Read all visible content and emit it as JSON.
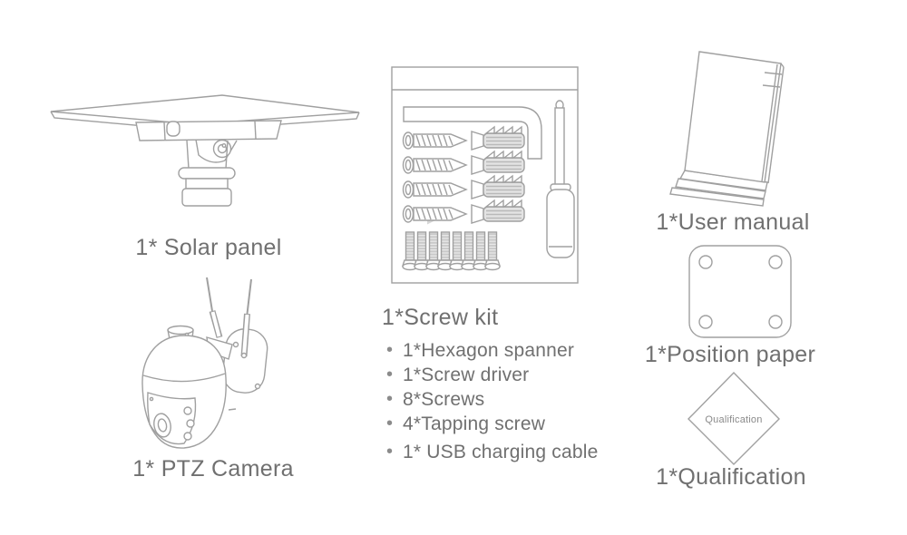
{
  "page_type": "product-package-contents-diagram",
  "colors": {
    "background": "#ffffff",
    "line_art": "#a0a0a0",
    "label_text": "#707070",
    "stamp_text": "#8a8a8a",
    "screw_fill": "#c9c9c9",
    "arrow_fill": "#d6d6d6"
  },
  "packing_list": {
    "solar_panel": {
      "label": "1* Solar panel"
    },
    "ptz_camera": {
      "label": "1* PTZ Camera"
    },
    "screw_kit": {
      "title": "1*Screw kit",
      "items": [
        {
          "label": "1*Hexagon spanner"
        },
        {
          "label": "1*Screw driver"
        },
        {
          "label": "8*Screws"
        },
        {
          "label": "4*Tapping screw"
        },
        {
          "label": "1* USB charging cable"
        }
      ]
    },
    "user_manual": {
      "label": "1*User manual"
    },
    "position_paper": {
      "label": "1*Position paper"
    },
    "qualification": {
      "label": "1*Qualification",
      "stamp_text": "Qualification"
    }
  }
}
